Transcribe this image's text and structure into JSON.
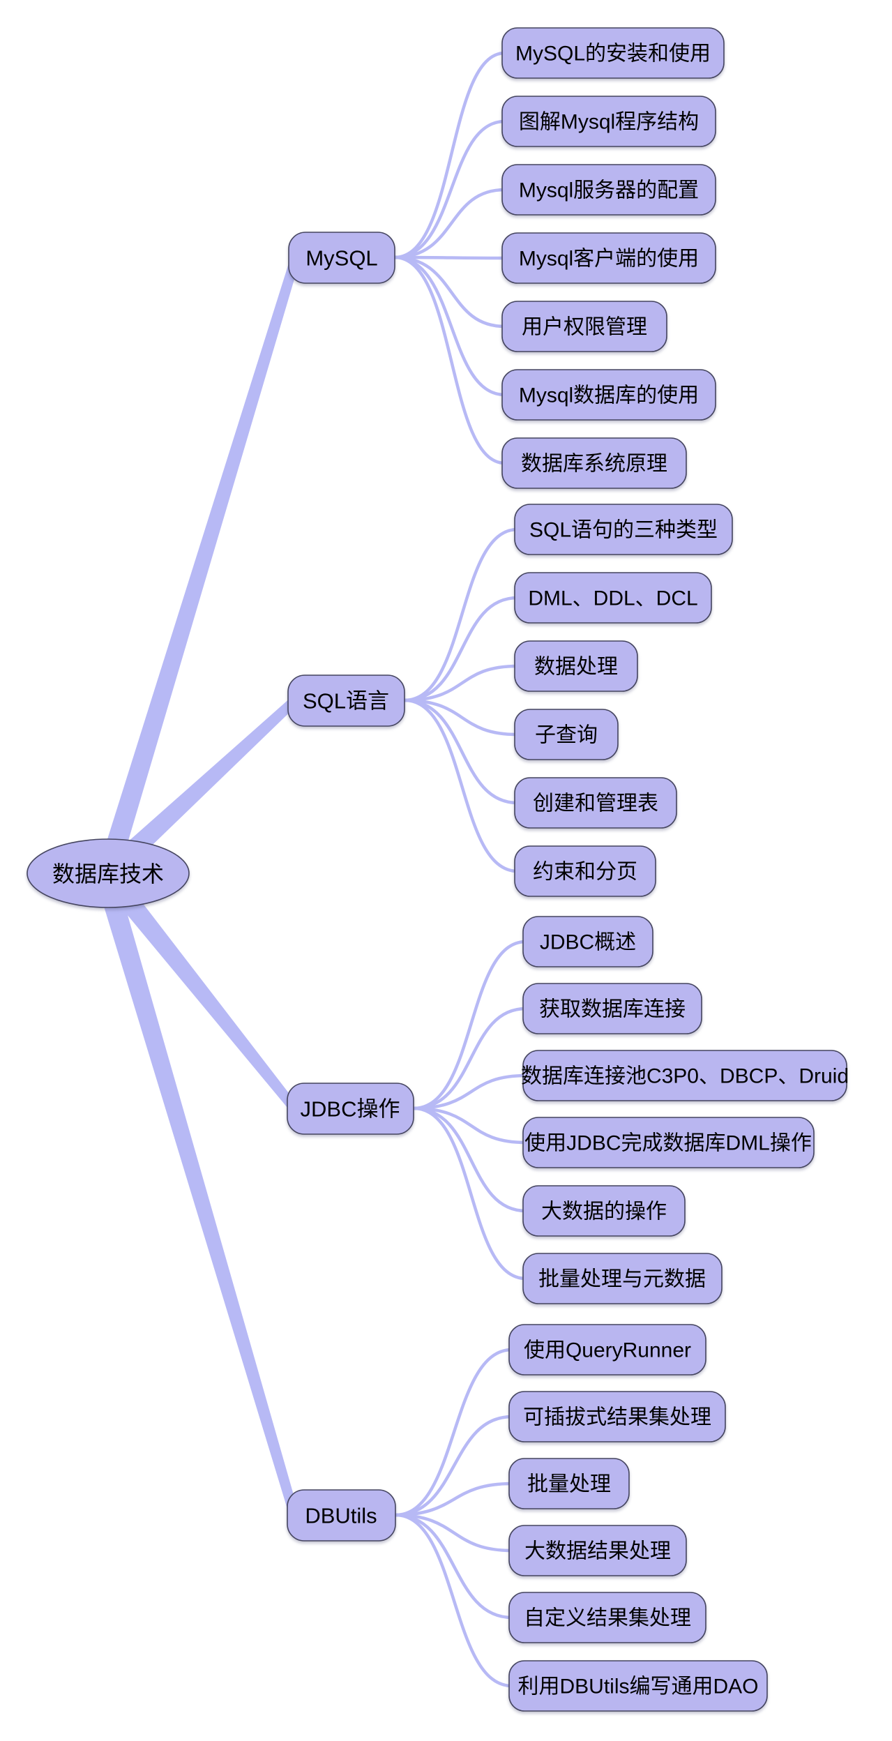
{
  "diagram": {
    "type": "mindmap",
    "root": {
      "label": "数据库技术"
    },
    "branches": [
      {
        "label": "MySQL",
        "children": [
          "MySQL的安装和使用",
          "图解Mysql程序结构",
          "Mysql服务器的配置",
          "Mysql客户端的使用",
          "用户权限管理",
          "Mysql数据库的使用",
          "数据库系统原理"
        ]
      },
      {
        "label": "SQL语言",
        "children": [
          "SQL语句的三种类型",
          "DML、DDL、DCL",
          "数据处理",
          "子查询",
          "创建和管理表",
          "约束和分页"
        ]
      },
      {
        "label": "JDBC操作",
        "children": [
          "JDBC概述",
          "获取数据库连接",
          "数据库连接池C3P0、DBCP、Druid",
          "使用JDBC完成数据库DML操作",
          "大数据的操作",
          "批量处理与元数据"
        ]
      },
      {
        "label": "DBUtils",
        "children": [
          "使用QueryRunner",
          "可插拔式结果集处理",
          "批量处理",
          "大数据结果处理",
          "自定义结果集处理",
          "利用DBUtils编写通用DAO"
        ]
      }
    ],
    "colors": {
      "node_fill": "#b9b6f0",
      "node_border": "#45455f",
      "edge": "#b7b9f5",
      "text": "#000000",
      "background": "#ffffff"
    }
  }
}
